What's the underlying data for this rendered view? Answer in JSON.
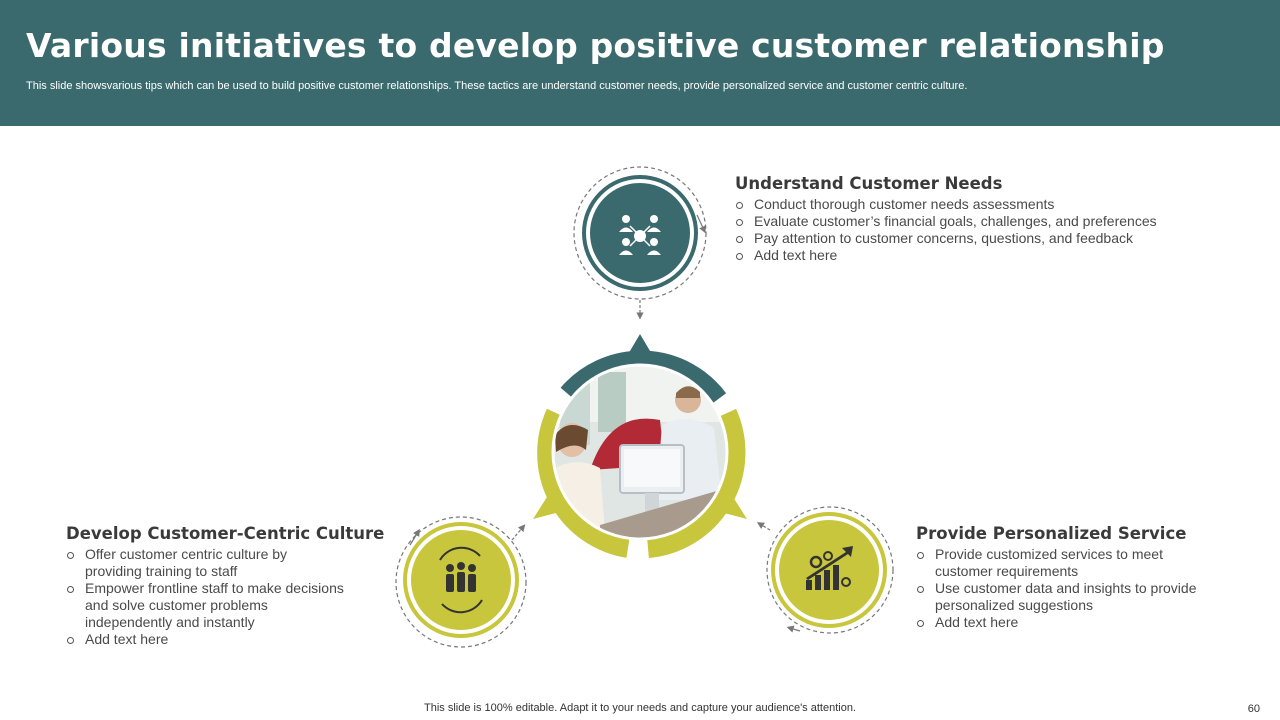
{
  "slide": {
    "title": "Various initiatives to develop positive customer relationship",
    "subtitle": "This slide showsvarious tips which can be used to build positive customer relationships. These tactics are understand customer needs, provide personalized service and customer centric culture.",
    "footer_note": "This slide is 100% editable. Adapt it to your needs and capture your audience's attention.",
    "page_number": "60"
  },
  "colors": {
    "teal": "#3b6a6e",
    "olive": "#c8c63c",
    "text": "#4a4a4a"
  },
  "icons": {
    "top": "team-network-icon",
    "left": "team-cycle-icon",
    "right": "growth-gears-icon",
    "center": "office-photo"
  },
  "sections": {
    "needs": {
      "heading": "Understand Customer Needs",
      "bullets": [
        "Conduct thorough customer needs assessments",
        "Evaluate customer’s financial goals, challenges, and preferences",
        "Pay attention to customer concerns, questions, and feedback",
        "Add text here"
      ]
    },
    "culture": {
      "heading": "Develop Customer-Centric Culture",
      "bullets": [
        "Offer customer centric culture by providing training to staff",
        "Empower frontline staff to make decisions and solve customer problems independently and instantly",
        "Add text here"
      ]
    },
    "personalized": {
      "heading": "Provide Personalized Service",
      "bullets": [
        "Provide customized services to meet customer requirements",
        "Use customer data and insights to provide personalized suggestions",
        "Add text here"
      ]
    }
  }
}
